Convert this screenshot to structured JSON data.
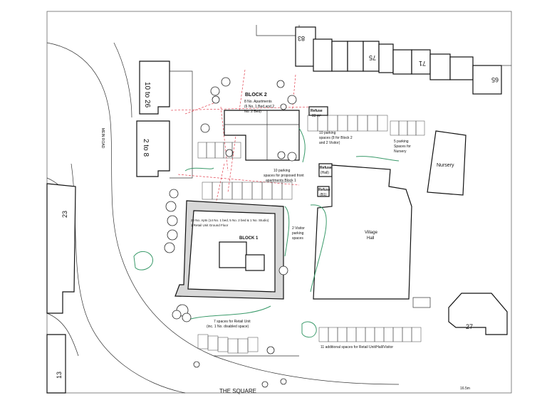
{
  "buildings": {
    "block2": {
      "title": "BLOCK 2",
      "desc": [
        "8 No. Apartments",
        "(6 No. 1 Bed and 2",
        "No. 2 Bed)"
      ]
    },
    "block1": {
      "title": "BLOCK 1",
      "desc": [
        "20 No. Apts (14 No. 1 bed, 5 No. 2 bed & 1 No. Studio)",
        "1 Retail Unit Ground Floor"
      ]
    },
    "village_hall": {
      "line1": "Village",
      "line2": "Hall"
    },
    "nursery": "Nursery"
  },
  "house_numbers": {
    "n83": "83",
    "n75": "75",
    "n71": "71",
    "n65": "65",
    "n10_26": "10 to 26",
    "n2_8": "2 to 8",
    "n23": "23",
    "n27": "27",
    "n13": "13"
  },
  "road_labels": {
    "mein_road": "MEIN ROAD",
    "the_square": "THE SQUARE",
    "level": "16.5m"
  },
  "refuse": {
    "r1_title": "Refuse",
    "r1_area": "83 m²",
    "r2_title": "Refuse",
    "r2_sub": "(Hall)",
    "r3_title": "Refuse",
    "r3_sub": "(B1)"
  },
  "parking_notes": {
    "block2": [
      "10 parking",
      "spaces (8 for Block 2",
      "and 2 Visitor)"
    ],
    "nursery": [
      "5 parking",
      "Spaces for",
      "Nursery"
    ],
    "front": [
      "10 parking",
      "spaces for proposed front",
      "apartments Block 1"
    ],
    "visitor": [
      "2 Visitor",
      "parking",
      "spaces"
    ],
    "retail": [
      "7 spaces for Retail Unit",
      "(inc. 1 No. disabled space)"
    ],
    "additional": [
      "11 additional spaces for Retail Unit/Hall/Visitor"
    ]
  }
}
